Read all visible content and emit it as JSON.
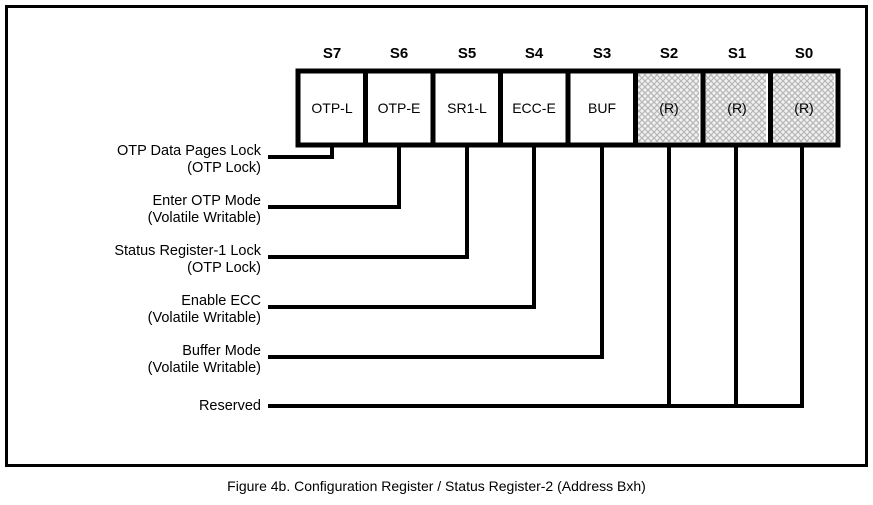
{
  "figure": {
    "caption": "Figure 4b. Configuration Register / Status Register-2 (Address Bxh)"
  },
  "register": {
    "name": "Configuration Register / Status Register-2",
    "address": "Bxh",
    "bit_indices": [
      "S7",
      "S6",
      "S5",
      "S4",
      "S3",
      "S2",
      "S1",
      "S0"
    ],
    "cells": [
      {
        "index": "S7",
        "mnemonic": "OTP-L",
        "reserved": false
      },
      {
        "index": "S6",
        "mnemonic": "OTP-E",
        "reserved": false
      },
      {
        "index": "S5",
        "mnemonic": "SR1-L",
        "reserved": false
      },
      {
        "index": "S4",
        "mnemonic": "ECC-E",
        "reserved": false
      },
      {
        "index": "S3",
        "mnemonic": "BUF",
        "reserved": false
      },
      {
        "index": "S2",
        "mnemonic": "(R)",
        "reserved": true
      },
      {
        "index": "S1",
        "mnemonic": "(R)",
        "reserved": true
      },
      {
        "index": "S0",
        "mnemonic": "(R)",
        "reserved": true
      }
    ]
  },
  "field_labels": [
    {
      "title": "OTP Data Pages Lock",
      "subtitle": "(OTP Lock)"
    },
    {
      "title": "Enter OTP Mode",
      "subtitle": "(Volatile Writable)"
    },
    {
      "title": "Status Register-1 Lock",
      "subtitle": "(OTP Lock)"
    },
    {
      "title": "Enable ECC",
      "subtitle": "(Volatile Writable)"
    },
    {
      "title": "Buffer Mode",
      "subtitle": "(Volatile Writable)"
    },
    {
      "title": "Reserved",
      "subtitle": ""
    }
  ],
  "colors": {
    "stroke": "#000000",
    "background": "#ffffff",
    "reserved_fill": "#f2f2f2",
    "hatch": "#b8b8b8"
  }
}
